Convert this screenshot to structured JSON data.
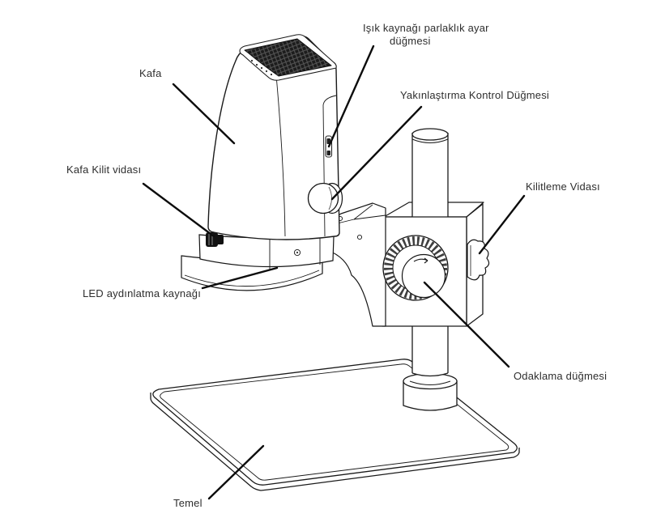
{
  "diagram": {
    "type": "technical-line-diagram",
    "colors": {
      "background": "#ffffff",
      "outline": "#1a1a1a",
      "label_text": "#2e2e2e",
      "leader_line": "#0c0c0c",
      "grill_fill": "#1c1c1c"
    }
  },
  "callouts": [
    {
      "id": "brightness",
      "line1": "Işık kaynağı parlaklık ayar",
      "line2": "düğmesi",
      "target": "brightness-slider"
    },
    {
      "id": "head",
      "text": "Kafa",
      "target": "microscope-head"
    },
    {
      "id": "zoom",
      "text": "Yakınlaştırma Kontrol Düğmesi",
      "target": "zoom-control-knob"
    },
    {
      "id": "head-lock",
      "text": "Kafa Kilit vidası",
      "target": "head-lock-screw"
    },
    {
      "id": "lock",
      "text": "Kilitleme Vidası",
      "target": "locking-screw-knob"
    },
    {
      "id": "led",
      "text": "LED aydınlatma kaynağı",
      "target": "led-ring-light"
    },
    {
      "id": "focus",
      "text": "Odaklama düğmesi",
      "target": "focus-knob"
    },
    {
      "id": "base",
      "text": "Temel",
      "target": "base-plate"
    }
  ]
}
